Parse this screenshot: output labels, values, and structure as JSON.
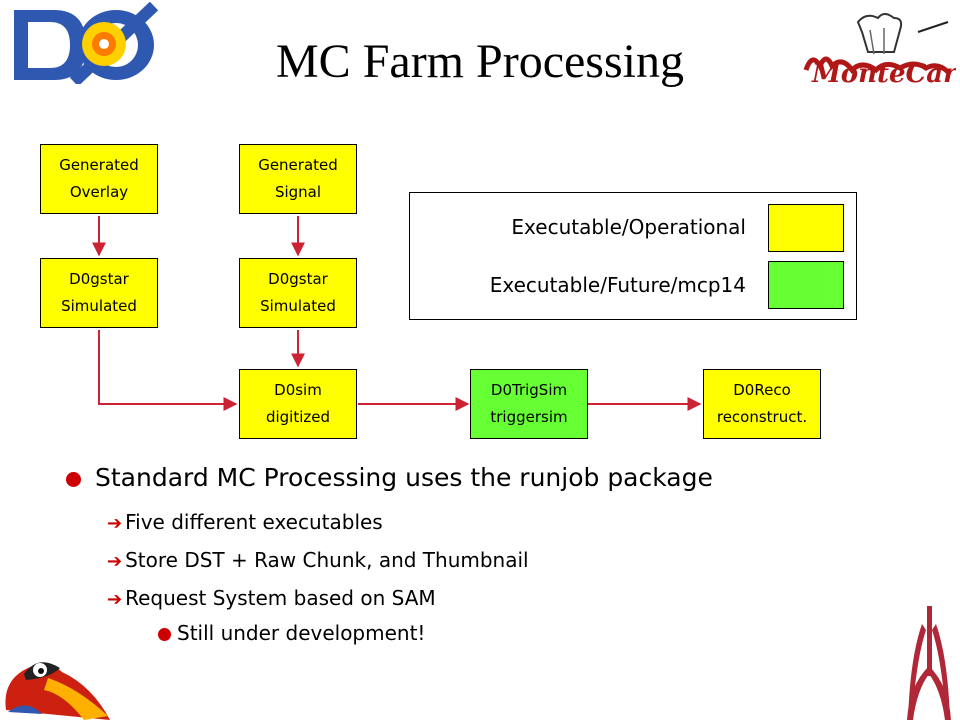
{
  "header": {
    "title": "MC Farm Processing",
    "left_logo_text": "DØ",
    "right_logo_text": "MonteCarlo"
  },
  "diagram": {
    "nodes": [
      {
        "id": "generated-overlay",
        "line1": "Generated",
        "line2": "Overlay",
        "status": "operational"
      },
      {
        "id": "generated-signal",
        "line1": "Generated",
        "line2": "Signal",
        "status": "operational"
      },
      {
        "id": "d0gstar-overlay",
        "line1": "D0gstar",
        "line2": "Simulated",
        "status": "operational"
      },
      {
        "id": "d0gstar-signal",
        "line1": "D0gstar",
        "line2": "Simulated",
        "status": "operational"
      },
      {
        "id": "d0sim",
        "line1": "D0sim",
        "line2": "digitized",
        "status": "operational"
      },
      {
        "id": "d0trigsim",
        "line1": "D0TrigSim",
        "line2": "triggersim",
        "status": "future"
      },
      {
        "id": "d0reco",
        "line1": "D0Reco",
        "line2": "reconstruct.",
        "status": "operational"
      }
    ],
    "edges": [
      [
        "generated-overlay",
        "d0gstar-overlay"
      ],
      [
        "generated-signal",
        "d0gstar-signal"
      ],
      [
        "d0gstar-overlay",
        "d0sim"
      ],
      [
        "d0gstar-signal",
        "d0sim"
      ],
      [
        "d0sim",
        "d0trigsim"
      ],
      [
        "d0trigsim",
        "d0reco"
      ]
    ],
    "legend": {
      "operational_label": "Executable/Operational",
      "future_label": "Executable/Future/mcp14"
    }
  },
  "bullets": {
    "main": "Standard MC Processing uses the runjob package",
    "sub": [
      "Five different executables",
      "Store DST + Raw Chunk, and Thumbnail",
      "Request System based on SAM"
    ],
    "subsub": "Still under development!"
  },
  "colors": {
    "operational": "#ffff00",
    "future": "#66ff33",
    "arrow": "#cc2233",
    "bullet": "#cc0000"
  }
}
